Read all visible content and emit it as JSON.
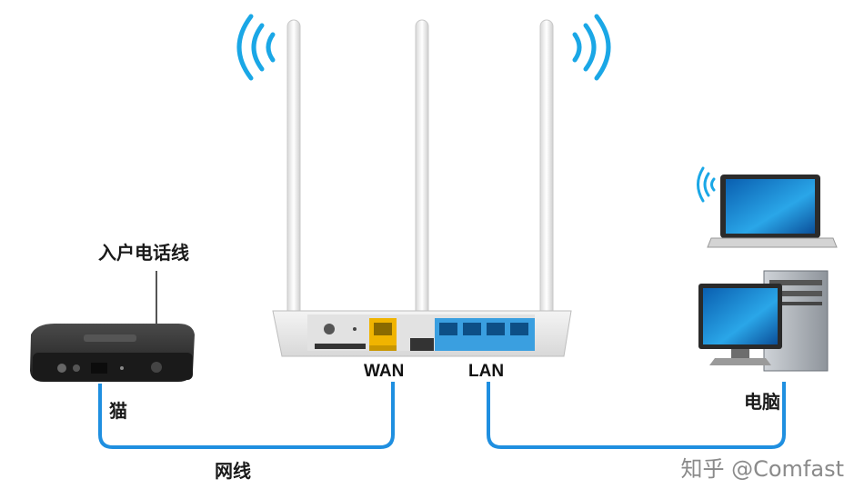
{
  "labels": {
    "phone_line": "入户电话线",
    "modem": "猫",
    "cable": "网线",
    "wan": "WAN",
    "lan": "LAN",
    "computer": "电脑"
  },
  "watermark": "知乎 @Comfast",
  "colors": {
    "cable": "#1f8fe0",
    "wifi_signal": "#1aa7e6",
    "wan_port": "#f0b400",
    "lan_ports": "#3a9fe0",
    "router_body": "#ececec",
    "modem_body": "#2a2a2a"
  },
  "icons": [
    "wifi-signal-icon",
    "router-icon",
    "modem-icon",
    "laptop-icon",
    "desktop-computer-icon"
  ]
}
